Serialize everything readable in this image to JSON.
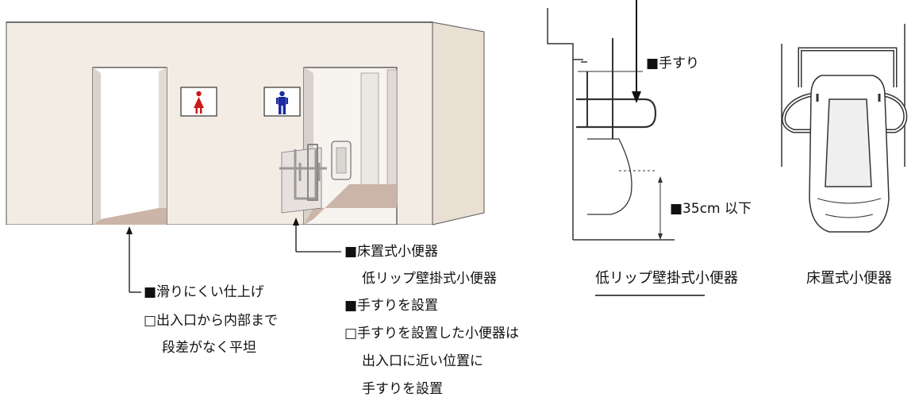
{
  "left_labels": {
    "floor_non_slip": "■滑りにくい仕上げ",
    "entrance_flat_1": "□出入口から内部まで",
    "entrance_flat_2": "段差がなく平坦"
  },
  "urinal_labels": {
    "floor_type": "■床置式小便器",
    "low_lip_type": "低リップ壁掛式小便器",
    "handrail_install": "■手すりを設置",
    "near_entrance_1": "□手すりを設置した小便器は",
    "near_entrance_2": "出入口に近い位置に",
    "near_entrance_3": "手すりを設置"
  },
  "detail_labels": {
    "handrail": "■手すり",
    "height": "■35cm 以下"
  },
  "captions": {
    "wall_hung": "低リップ壁掛式小便器",
    "floor_standing": "床置式小便器"
  },
  "sign_icons": [
    "female-figure-icon",
    "male-figure-icon"
  ],
  "colors": {
    "wall": "#f3ece4",
    "wall_side": "#e9dfd3",
    "floor": "#cbb5a8",
    "female_sign": "#cc1a1a",
    "male_sign": "#1a2aa0"
  }
}
